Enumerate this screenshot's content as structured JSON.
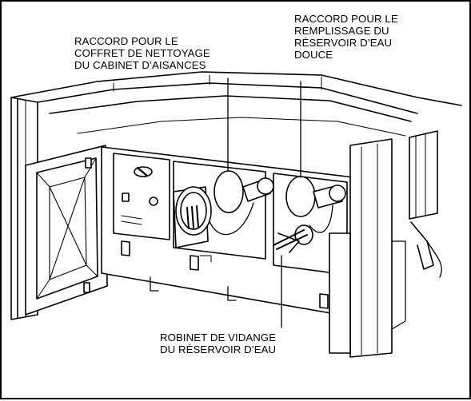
{
  "callouts": {
    "toilet_box_connection": {
      "lines": [
        "RACCORD POUR LE",
        "COFFRET DE NETTOYAGE",
        "DU CABINET D’AISANCES"
      ]
    },
    "fresh_water_fill_connection": {
      "lines": [
        "RACCORD POUR LE",
        "REMPLISSAGE DU",
        "RÉSERVOIR D’EAU",
        "DOUCE"
      ]
    },
    "tank_drain_valve": {
      "lines": [
        "ROBINET DE VIDANGE",
        "DU RÉSERVOIR D’EAU"
      ]
    }
  }
}
